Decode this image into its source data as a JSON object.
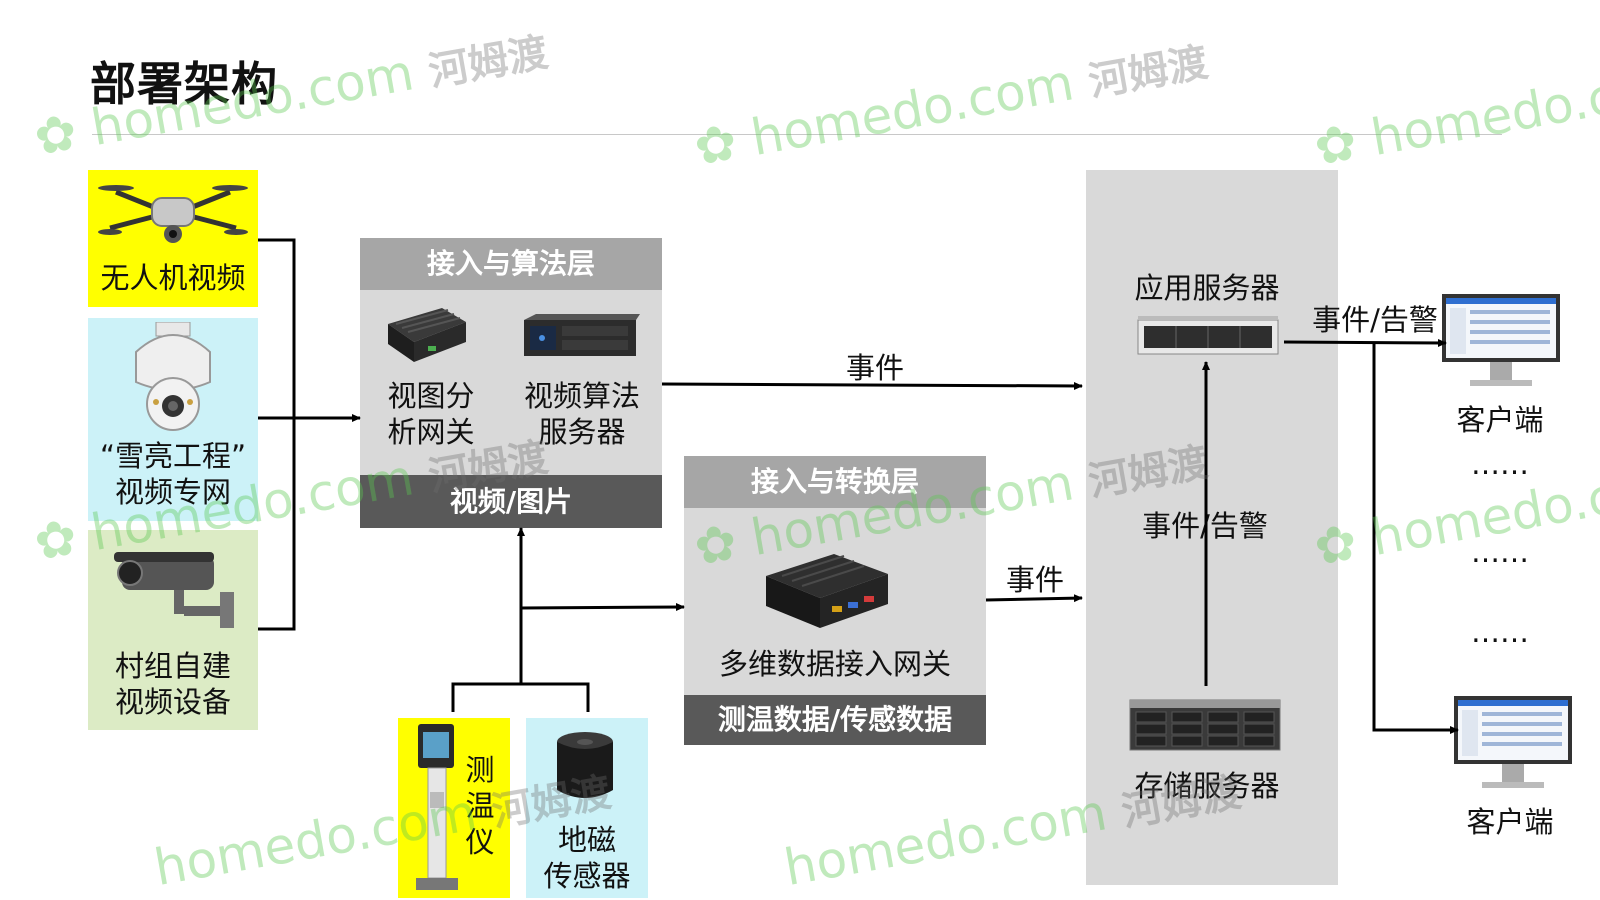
{
  "page": {
    "title": "部署架构"
  },
  "sources": {
    "drone": {
      "label": "无人机视频",
      "bg": "#ffff00"
    },
    "xueliang": {
      "label_line1": "“雪亮工程”",
      "label_line2": "视频专网",
      "bg": "#ccf2f8"
    },
    "village": {
      "label_line1": "村组自建",
      "label_line2": "视频设备",
      "bg": "#dcebc5"
    }
  },
  "access_algo_layer": {
    "header": "接入与算法层",
    "gateway_line1": "视图分",
    "gateway_line2": "析网关",
    "algo_server_line1": "视频算法",
    "algo_server_line2": "服务器",
    "footer": "视频/图片"
  },
  "access_convert_layer": {
    "header": "接入与转换层",
    "gateway": "多维数据接入网关",
    "footer": "测温数据/传感数据"
  },
  "sensors": {
    "thermometer_line1": "测",
    "thermometer_line2": "温",
    "thermometer_line3": "仪",
    "geomagnetic_line1": "地磁",
    "geomagnetic_line2": "传感器"
  },
  "servers": {
    "app_server": "应用服务器",
    "storage_server": "存储服务器",
    "event_alarm_vertical": "事件/告警"
  },
  "edges": {
    "event_top": "事件",
    "event_bottom": "事件",
    "event_alarm_client": "事件/告警"
  },
  "clients": {
    "client_top": "客户端",
    "client_bottom": "客户端",
    "ellipsis_1": "……",
    "ellipsis_2": "……",
    "ellipsis_3": "……"
  },
  "watermark": {
    "text_en": "homedo.com",
    "text_cn": "河姆渡"
  },
  "colors": {
    "panel_header": "#a6a6a6",
    "panel_body": "#d9d9d9",
    "panel_footer": "#595959",
    "line": "#000000"
  }
}
